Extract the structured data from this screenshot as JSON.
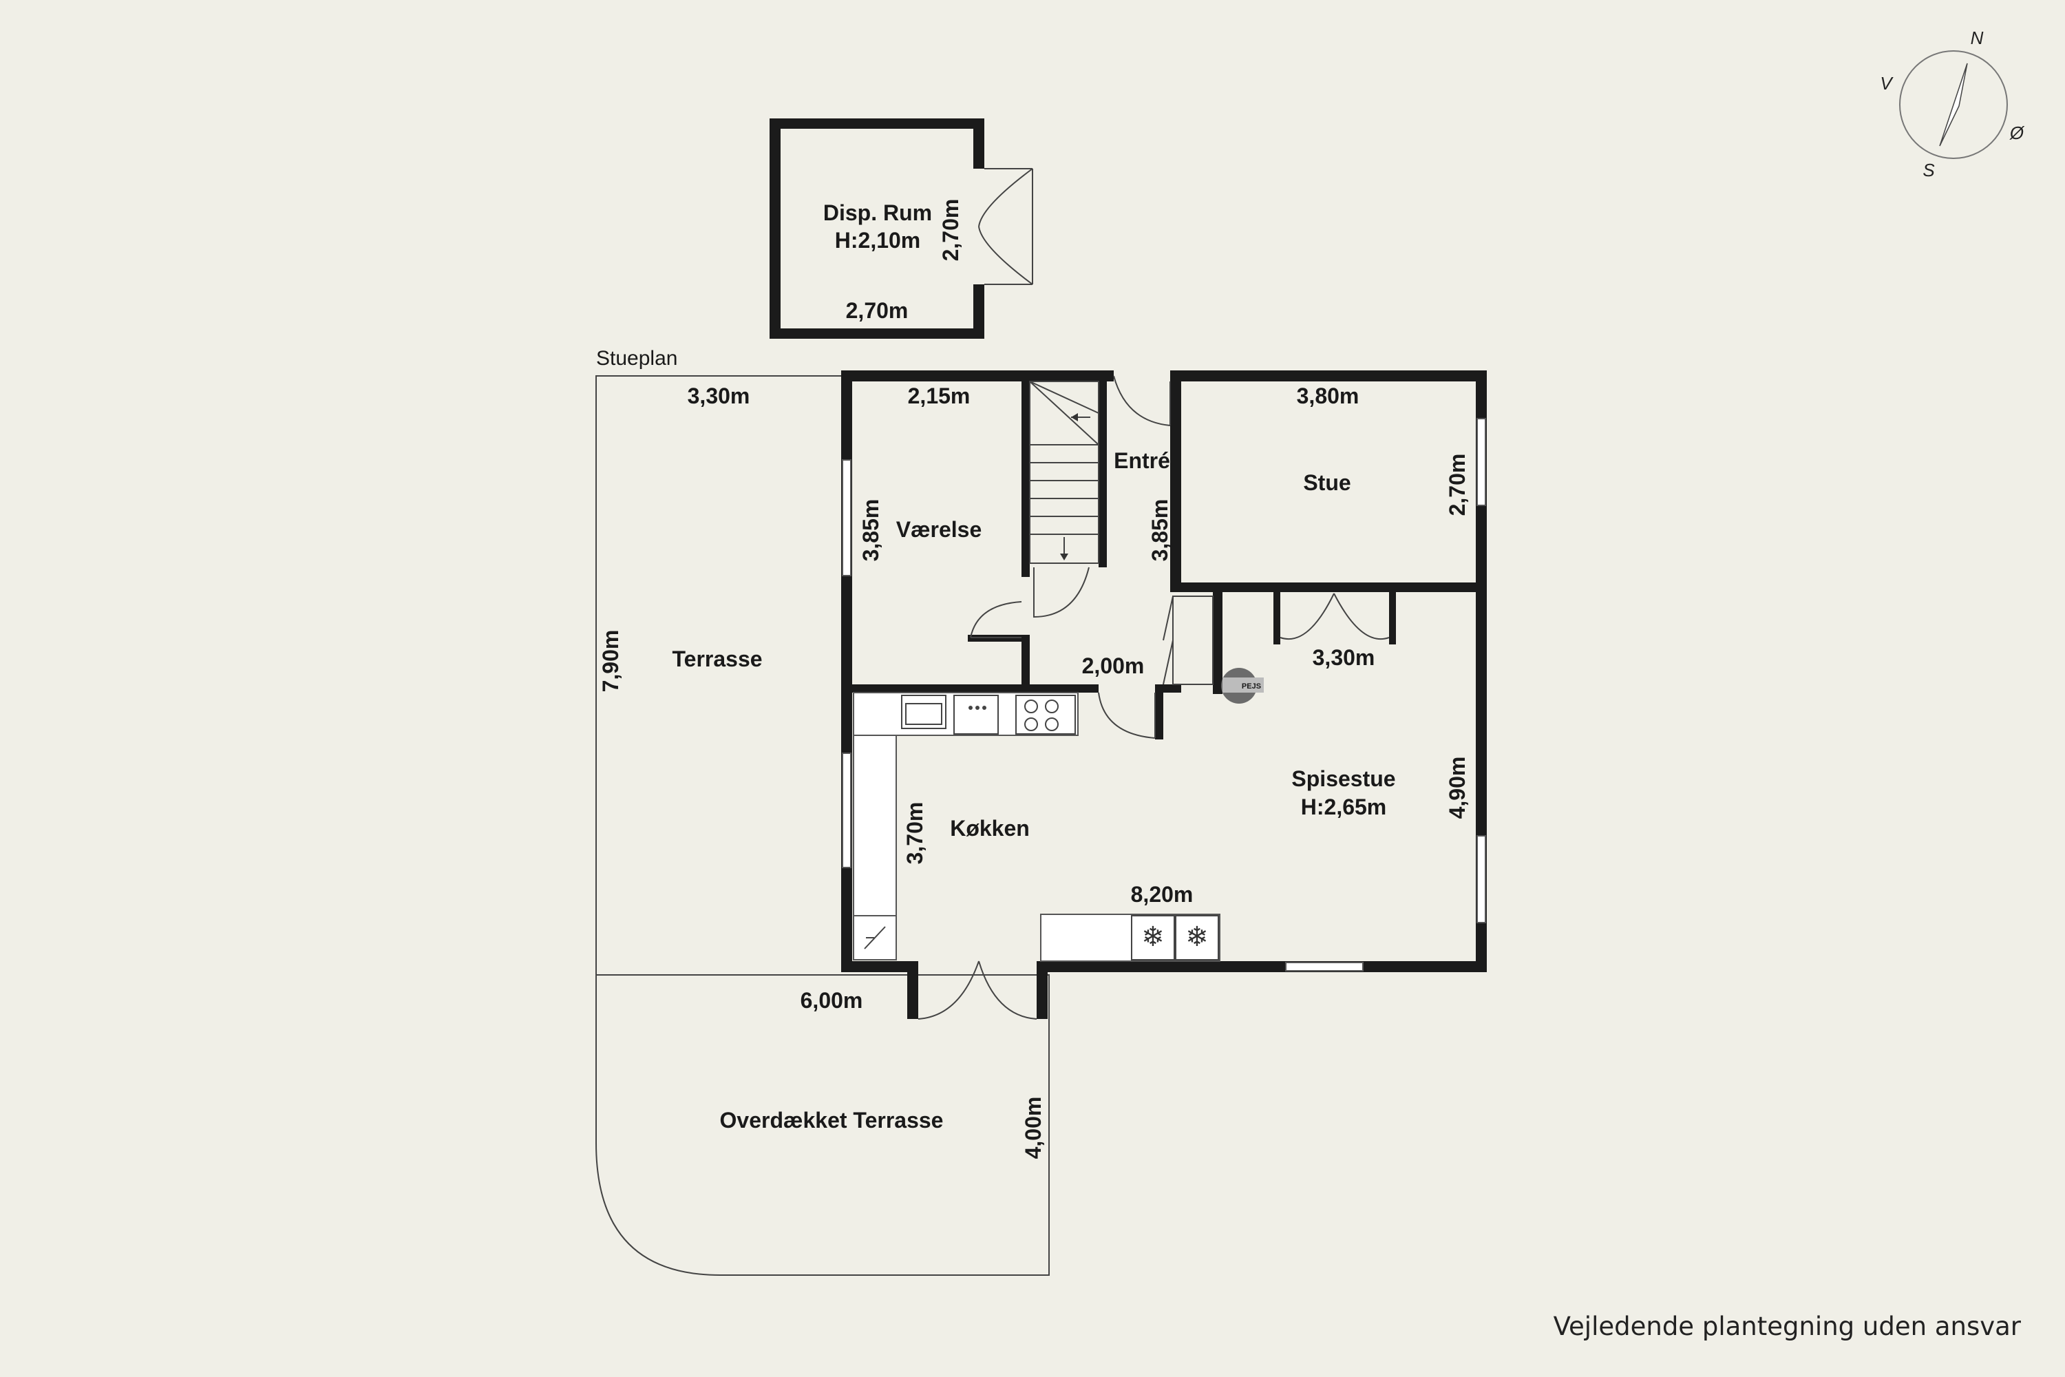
{
  "floor_label": "Stueplan",
  "disclaimer": "Vejledende plantegning uden ansvar",
  "compass": {
    "n": "N",
    "s": "S",
    "e": "Ø",
    "w": "V"
  },
  "rooms": {
    "disp_rum": {
      "name": "Disp. Rum",
      "height": "H:2,10m",
      "width": "2,70m",
      "depth": "2,70m"
    },
    "terrasse": {
      "name": "Terrasse",
      "width": "3,30m",
      "depth": "7,90m"
    },
    "vaerelse": {
      "name": "Værelse",
      "width": "2,15m",
      "depth": "3,85m"
    },
    "entre": {
      "name": "Entré",
      "depth": "3,85m",
      "width": "2,00m"
    },
    "stue": {
      "name": "Stue",
      "width": "3,80m",
      "depth": "2,70m"
    },
    "spisestue": {
      "name": "Spisestue",
      "height": "H:2,65m",
      "width": "3,30m",
      "depth": "4,90m"
    },
    "koekken": {
      "name": "Køkken",
      "depth": "3,70m"
    },
    "overall": {
      "width": "8,20m"
    },
    "overdaekket": {
      "name": "Overdækket Terrasse",
      "width": "6,00m",
      "depth": "4,00m"
    }
  },
  "fireplace_label": "PEJS"
}
